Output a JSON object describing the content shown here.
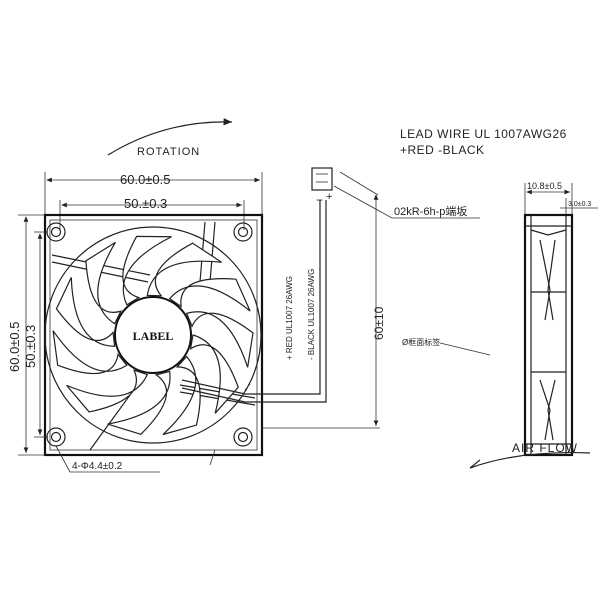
{
  "rotation_label": "ROTATION",
  "lead_wire": {
    "line1": "LEAD WIRE UL 1007AWG26",
    "line2": "+RED -BLACK"
  },
  "connector_label": "02kR-6h-p端坂",
  "connector_pins": {
    "minus": "−",
    "plus": "+"
  },
  "dims": {
    "overall_width": "60.0±0.5",
    "hole_spacing_x": "50.±0.3",
    "overall_height": "60.0±0.5",
    "hole_spacing_y": "50.±0.3",
    "lead_length": "60±10",
    "mount_holes": "4-Φ4.4±0.2",
    "thickness": "10.8±0.5",
    "flange": "3.0±0.3"
  },
  "wire_labels": {
    "red": "+ RED UL1007 26AWG",
    "black": "- BLACK UL1007 26AWG"
  },
  "hub_label": "LABEL",
  "note_label": "Ø框面标签",
  "airflow_label": "AIR FLOW"
}
